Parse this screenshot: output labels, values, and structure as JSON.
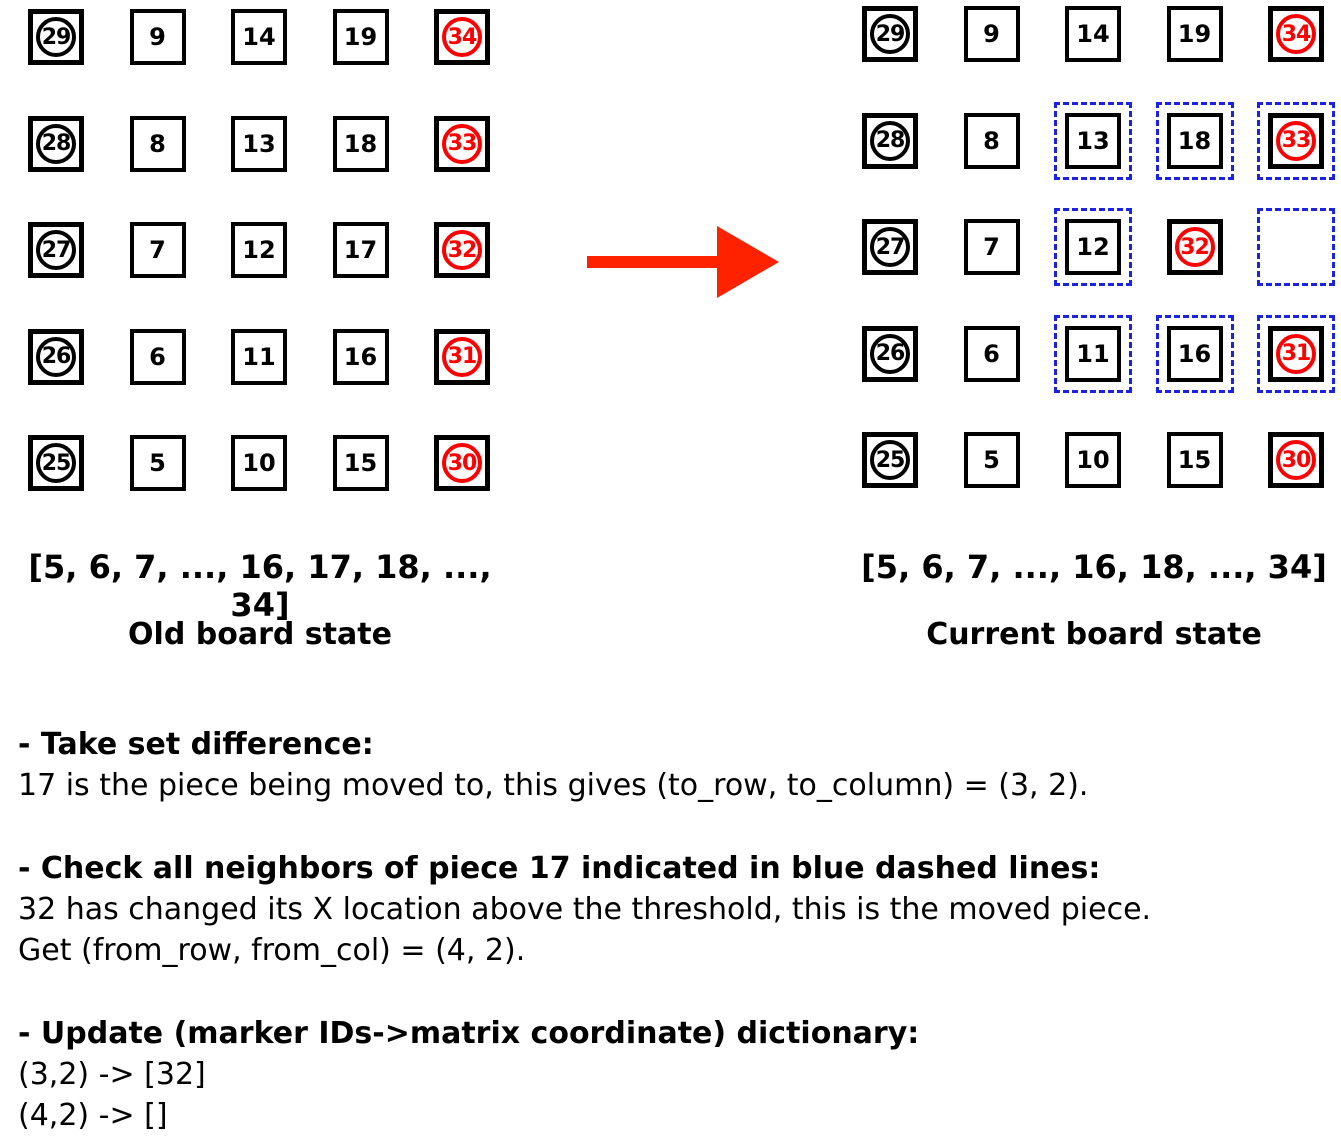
{
  "old_board": {
    "caption_list": "[5, 6, 7, ..., 16, 17, 18, ..., 34]",
    "caption_title": "Old board state",
    "grid": [
      [
        "29",
        "9",
        "14",
        "19",
        "34"
      ],
      [
        "28",
        "8",
        "13",
        "18",
        "33"
      ],
      [
        "27",
        "7",
        "12",
        "17",
        "32"
      ],
      [
        "26",
        "6",
        "11",
        "16",
        "31"
      ],
      [
        "25",
        "5",
        "10",
        "15",
        "30"
      ]
    ]
  },
  "current_board": {
    "caption_list": "[5, 6, 7, ..., 16, 18, ..., 34]",
    "caption_title": "Current board state",
    "grid": [
      [
        "29",
        "9",
        "14",
        "19",
        "34"
      ],
      [
        "28",
        "8",
        "13",
        "18",
        "33"
      ],
      [
        "27",
        "7",
        "12",
        "32",
        ""
      ],
      [
        "26",
        "6",
        "11",
        "16",
        "31"
      ],
      [
        "25",
        "5",
        "10",
        "15",
        "30"
      ]
    ]
  },
  "colors": {
    "red_marker": "#ff0000",
    "arrow": "#ff2200",
    "neighbor_dash": "#1a22e6"
  },
  "notes": {
    "h1": "- Take set difference:",
    "l1": "17 is the piece being moved to, this gives (to_row, to_column) = (3, 2).",
    "h2": "- Check all neighbors of piece 17 indicated in blue dashed lines:",
    "l2a": "32 has changed its X location above the threshold, this is the moved piece.",
    "l2b": "Get (from_row, from_col) = (4, 2).",
    "h3": "- Update (marker IDs->matrix coordinate) dictionary:",
    "l3a": "(3,2) -> [32]",
    "l3b": "(4,2) -> []"
  }
}
